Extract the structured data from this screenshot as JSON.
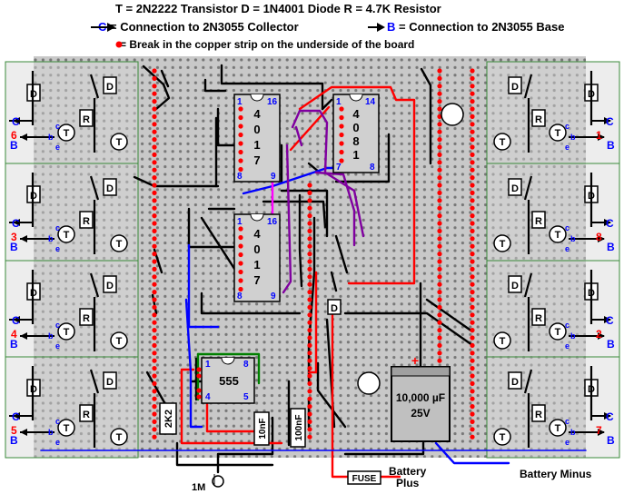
{
  "legend": {
    "line1": "T = 2N2222 Transistor     D = 1N4001 Diode    R = 4.7K Resistor",
    "collector_key": "C",
    "collector_text": " = Connection to 2N3055 Collector",
    "base_key": "B",
    "base_text": " = Connection to 2N3055 Base",
    "break_text": " = Break in the copper strip on the underside of the board"
  },
  "components": {
    "transistor": "T",
    "diode": "D",
    "resistor": "R",
    "chip1_name": [
      "4",
      "0",
      "1",
      "7"
    ],
    "chip1_pins": {
      "p1": "1",
      "p16": "16",
      "p8": "8",
      "p9": "9"
    },
    "chip2_name": [
      "4",
      "0",
      "8",
      "1"
    ],
    "chip2_pins": {
      "p1": "1",
      "p14": "14",
      "p7": "7",
      "p8": "8"
    },
    "chip3_name": [
      "4",
      "0",
      "1",
      "7"
    ],
    "chip3_pins": {
      "p1": "1",
      "p16": "16",
      "p8": "8",
      "p9": "9"
    },
    "timer_name": "555",
    "timer_pins": {
      "p1": "1",
      "p8": "8",
      "p4": "4",
      "p5": "5"
    },
    "res_2k2": "2K2",
    "cap_10nf": "10nF",
    "cap_100nf": "100nF",
    "cap_big_value": "10,000 µF",
    "cap_big_voltage": "25V",
    "cap_big_plus": "+",
    "pot": "1M",
    "fuse": "FUSE"
  },
  "channels": {
    "left": [
      "6",
      "3",
      "4",
      "5"
    ],
    "right": [
      "1",
      "8",
      "2",
      "7"
    ],
    "c_label": "C",
    "b_label": "B",
    "small_b": "b",
    "small_c": "c",
    "small_e": "e"
  },
  "power": {
    "plus": "Battery\nPlus",
    "plus_l1": "Battery",
    "plus_l2": "Plus",
    "minus": "Battery Minus"
  },
  "colors": {
    "board": "#c8c8c8",
    "panel": "#d8d8d8",
    "panel_border": "#3a8a3a",
    "hole": "#7a7a7a",
    "break": "#ff0000",
    "wire_black": "#000000",
    "wire_red": "#ff0000",
    "wire_blue": "#0000ff",
    "wire_purple": "#8000a0",
    "wire_magenta": "#ff00ff",
    "wire_green": "#008000",
    "label_red": "#ff0000",
    "label_blue": "#0000ff"
  }
}
